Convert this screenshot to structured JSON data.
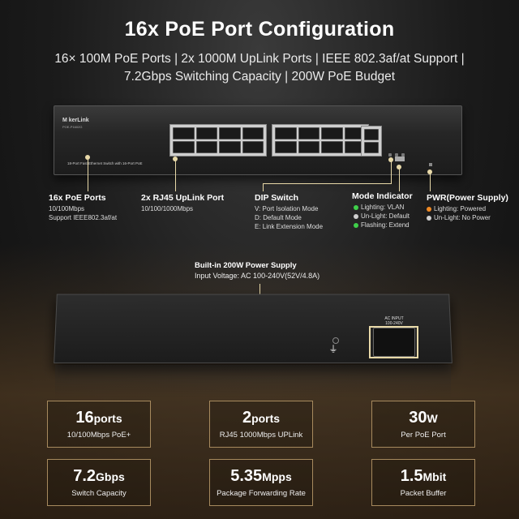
{
  "title": "16x PoE Port Configuration",
  "subtitle": {
    "line1": "16× 100M PoE Ports  | 2x 1000M UpLink Ports | IEEE 802.3af/at Support |",
    "line2": "7.2Gbps Switching Capacity | 200W PoE Budget"
  },
  "device": {
    "brand": "M kerLink",
    "model": "POE-P1602G",
    "description": "18-Port Fast Ethernet Switch with 16-Port PoE"
  },
  "callouts": {
    "poe_ports": {
      "title": "16x PoE Ports",
      "lines": [
        "10/100Mbps",
        "Support IEEE802.3af/at"
      ]
    },
    "uplink": {
      "title": "2x RJ45 UpLink Port",
      "lines": [
        "10/100/1000Mbps"
      ]
    },
    "dip": {
      "title": "DIP Switch",
      "lines": [
        "V: Port Isolation Mode",
        "D: Default Mode",
        "E: Link Extension Mode"
      ]
    },
    "mode": {
      "title": "Mode Indicator",
      "items": [
        {
          "text": "Lighting: VLAN",
          "color": "#3fd04a"
        },
        {
          "text": "Un-Light: Default",
          "color": "#cfcfcf"
        },
        {
          "text": "Flashing: Extend",
          "color": "#3fd04a"
        }
      ]
    },
    "pwr": {
      "title": "PWR(Power Supply)",
      "items": [
        {
          "text": "Lighting: Powered",
          "color": "#f08a24"
        },
        {
          "text": "Un-Light: No Power",
          "color": "#cfcfcf"
        }
      ]
    }
  },
  "power_supply": {
    "title": "Built-in 200W Power Supply",
    "input": "Input Voltage: AC 100-240V(52V/4.8A)",
    "ac_label_1": "AC INPUT",
    "ac_label_2": "100-240V",
    "ground_icon": "ground-icon"
  },
  "specs": [
    {
      "value": "16",
      "unit": "ports",
      "label": "10/100Mbps PoE+"
    },
    {
      "value": "2",
      "unit": "ports",
      "label": "RJ45 1000Mbps UPLink"
    },
    {
      "value": "30",
      "unit": "W",
      "label": "Per PoE Port"
    },
    {
      "value": "7.2",
      "unit": "Gbps",
      "label": "Switch Capacity"
    },
    {
      "value": "5.35",
      "unit": "Mpps",
      "label": "Package Forwarding Rate"
    },
    {
      "value": "1.5",
      "unit": "Mbit",
      "label": "Packet Buffer"
    }
  ],
  "colors": {
    "accent_gold": "#e8d9a8",
    "border_bronze": "#a78a5e"
  }
}
